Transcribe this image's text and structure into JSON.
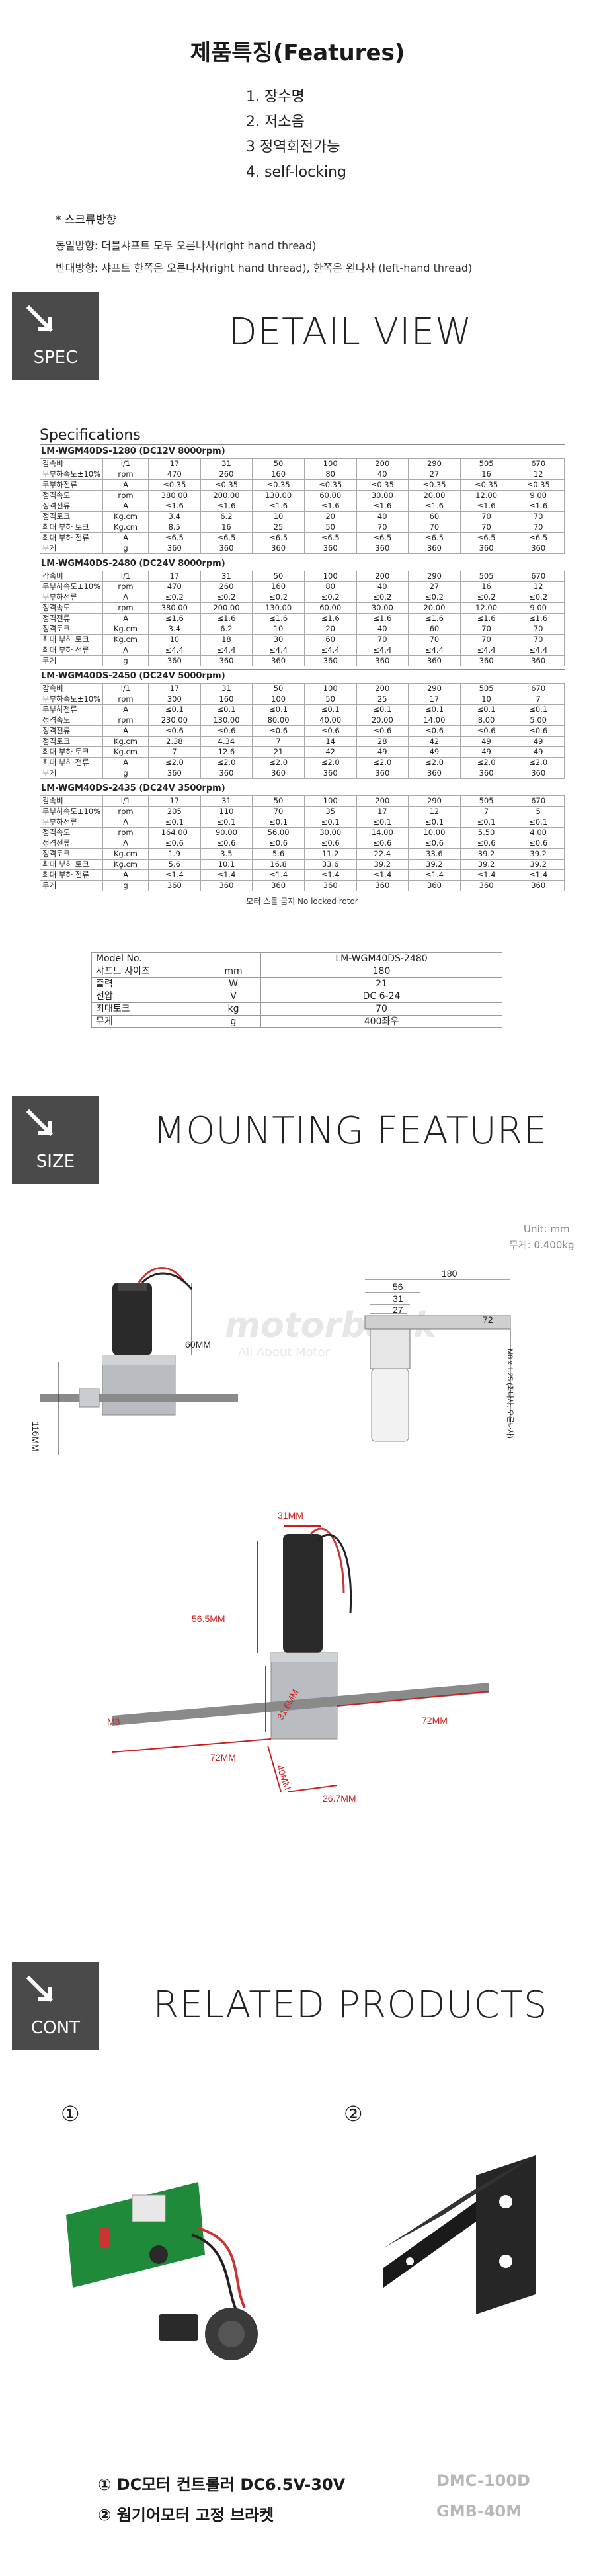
{
  "features": {
    "title": "제품특징(Features)",
    "items": [
      "1. 장수명",
      "2. 저소음",
      "3 정역회전가능",
      "4. self-locking"
    ],
    "screw_title": "* 스크류방향",
    "screw_same": "동일방향: 더블샤프트 모두 오른나사(right hand thread)",
    "screw_opposite": "반대방향: 샤프트 한쪽은 오른나사(right hand thread), 한쪽은 왼나사 (left-hand thread)"
  },
  "sections": {
    "spec": {
      "badge": "SPEC",
      "title": "DETAIL VIEW"
    },
    "size": {
      "badge": "SIZE",
      "title": "MOUNTING FEATURE"
    },
    "cont": {
      "badge": "CONT",
      "title": "RELATED PRODUCTS"
    }
  },
  "specs": {
    "title": "Specifications",
    "tables": [
      {
        "header": "LM-WGM40DS-1280 (DC12V 8000rpm)",
        "rows": [
          [
            "감속비",
            "i/1",
            "17",
            "31",
            "50",
            "100",
            "200",
            "290",
            "505",
            "670"
          ],
          [
            "무부하속도±10%",
            "rpm",
            "470",
            "260",
            "160",
            "80",
            "40",
            "27",
            "16",
            "12"
          ],
          [
            "무부하전류",
            "A",
            "≤0.35",
            "≤0.35",
            "≤0.35",
            "≤0.35",
            "≤0.35",
            "≤0.35",
            "≤0.35",
            "≤0.35"
          ],
          [
            "정격속도",
            "rpm",
            "380.00",
            "200.00",
            "130.00",
            "60.00",
            "30.00",
            "20.00",
            "12.00",
            "9.00"
          ],
          [
            "정격전류",
            "A",
            "≤1.6",
            "≤1.6",
            "≤1.6",
            "≤1.6",
            "≤1.6",
            "≤1.6",
            "≤1.6",
            "≤1.6"
          ],
          [
            "정격토크",
            "Kg.cm",
            "3.4",
            "6.2",
            "10",
            "20",
            "40",
            "60",
            "70",
            "70"
          ],
          [
            "최대 부하 토크",
            "Kg.cm",
            "8.5",
            "16",
            "25",
            "50",
            "70",
            "70",
            "70",
            "70"
          ],
          [
            "최대 부하 전류",
            "A",
            "≤6.5",
            "≤6.5",
            "≤6.5",
            "≤6.5",
            "≤6.5",
            "≤6.5",
            "≤6.5",
            "≤6.5"
          ],
          [
            "무게",
            "g",
            "360",
            "360",
            "360",
            "360",
            "360",
            "360",
            "360",
            "360"
          ]
        ]
      },
      {
        "header": "LM-WGM40DS-2480 (DC24V 8000rpm)",
        "rows": [
          [
            "감속비",
            "i/1",
            "17",
            "31",
            "50",
            "100",
            "200",
            "290",
            "505",
            "670"
          ],
          [
            "무부하속도±10%",
            "rpm",
            "470",
            "260",
            "160",
            "80",
            "40",
            "27",
            "16",
            "12"
          ],
          [
            "무부하전류",
            "A",
            "≤0.2",
            "≤0.2",
            "≤0.2",
            "≤0.2",
            "≤0.2",
            "≤0.2",
            "≤0.2",
            "≤0.2"
          ],
          [
            "정격속도",
            "rpm",
            "380.00",
            "200.00",
            "130.00",
            "60.00",
            "30.00",
            "20.00",
            "12.00",
            "9.00"
          ],
          [
            "정격전류",
            "A",
            "≤1.6",
            "≤1.6",
            "≤1.6",
            "≤1.6",
            "≤1.6",
            "≤1.6",
            "≤1.6",
            "≤1.6"
          ],
          [
            "정격토크",
            "Kg.cm",
            "3.4",
            "6.2",
            "10",
            "20",
            "40",
            "60",
            "70",
            "70"
          ],
          [
            "최대 부하 토크",
            "Kg.cm",
            "10",
            "18",
            "30",
            "60",
            "70",
            "70",
            "70",
            "70"
          ],
          [
            "최대 부하 전류",
            "A",
            "≤4.4",
            "≤4.4",
            "≤4.4",
            "≤4.4",
            "≤4.4",
            "≤4.4",
            "≤4.4",
            "≤4.4"
          ],
          [
            "무게",
            "g",
            "360",
            "360",
            "360",
            "360",
            "360",
            "360",
            "360",
            "360"
          ]
        ]
      },
      {
        "header": "LM-WGM40DS-2450 (DC24V 5000rpm)",
        "rows": [
          [
            "감속비",
            "i/1",
            "17",
            "31",
            "50",
            "100",
            "200",
            "290",
            "505",
            "670"
          ],
          [
            "무부하속도±10%",
            "rpm",
            "300",
            "160",
            "100",
            "50",
            "25",
            "17",
            "10",
            "7"
          ],
          [
            "무부하전류",
            "A",
            "≤0.1",
            "≤0.1",
            "≤0.1",
            "≤0.1",
            "≤0.1",
            "≤0.1",
            "≤0.1",
            "≤0.1"
          ],
          [
            "정격속도",
            "rpm",
            "230.00",
            "130.00",
            "80.00",
            "40.00",
            "20.00",
            "14.00",
            "8.00",
            "5.00"
          ],
          [
            "정격전류",
            "A",
            "≤0.6",
            "≤0.6",
            "≤0.6",
            "≤0.6",
            "≤0.6",
            "≤0.6",
            "≤0.6",
            "≤0.6"
          ],
          [
            "정격토크",
            "Kg.cm",
            "2.38",
            "4.34",
            "7",
            "14",
            "28",
            "42",
            "49",
            "49"
          ],
          [
            "최대 부하 토크",
            "Kg.cm",
            "7",
            "12.6",
            "21",
            "42",
            "49",
            "49",
            "49",
            "49"
          ],
          [
            "최대 부하 전류",
            "A",
            "≤2.0",
            "≤2.0",
            "≤2.0",
            "≤2.0",
            "≤2.0",
            "≤2.0",
            "≤2.0",
            "≤2.0"
          ],
          [
            "무게",
            "g",
            "360",
            "360",
            "360",
            "360",
            "360",
            "360",
            "360",
            "360"
          ]
        ]
      },
      {
        "header": "LM-WGM40DS-2435 (DC24V 3500rpm)",
        "rows": [
          [
            "감속비",
            "i/1",
            "17",
            "31",
            "50",
            "100",
            "200",
            "290",
            "505",
            "670"
          ],
          [
            "무부하속도±10%",
            "rpm",
            "205",
            "110",
            "70",
            "35",
            "17",
            "12",
            "7",
            "5"
          ],
          [
            "무부하전류",
            "A",
            "≤0.1",
            "≤0.1",
            "≤0.1",
            "≤0.1",
            "≤0.1",
            "≤0.1",
            "≤0.1",
            "≤0.1"
          ],
          [
            "정격속도",
            "rpm",
            "164.00",
            "90.00",
            "56.00",
            "30.00",
            "14.00",
            "10.00",
            "5.50",
            "4.00"
          ],
          [
            "정격전류",
            "A",
            "≤0.6",
            "≤0.6",
            "≤0.6",
            "≤0.6",
            "≤0.6",
            "≤0.6",
            "≤0.6",
            "≤0.6"
          ],
          [
            "정격토크",
            "Kg.cm",
            "1.9",
            "3.5",
            "5.6",
            "11.2",
            "22.4",
            "33.6",
            "39.2",
            "39.2"
          ],
          [
            "최대 부하 토크",
            "Kg.cm",
            "5.6",
            "10.1",
            "16.8",
            "33.6",
            "39.2",
            "39.2",
            "39.2",
            "39.2"
          ],
          [
            "최대 부하 전류",
            "A",
            "≤1.4",
            "≤1.4",
            "≤1.4",
            "≤1.4",
            "≤1.4",
            "≤1.4",
            "≤1.4",
            "≤1.4"
          ],
          [
            "무게",
            "g",
            "360",
            "360",
            "360",
            "360",
            "360",
            "360",
            "360",
            "360"
          ]
        ]
      }
    ],
    "note": "모터 스톨 금지  No locked rotor"
  },
  "model_table": [
    [
      "Model No.",
      "",
      "LM-WGM40DS-2480"
    ],
    [
      "샤프트 사이즈",
      "mm",
      "180"
    ],
    [
      "출력",
      "W",
      "21"
    ],
    [
      "전압",
      "V",
      "DC 6-24"
    ],
    [
      "최대토크",
      "kg",
      "70"
    ],
    [
      "무게",
      "g",
      "400좌우"
    ]
  ],
  "mounting": {
    "unit": "Unit: mm",
    "weight": "무게: 0.400kg",
    "watermark": "motorbank",
    "watermark_sub": "All About Motor",
    "photo1": {
      "height_label": "60MM",
      "length_label": "116MM"
    },
    "drawing": {
      "top": "180",
      "mid1": "56",
      "mid2": "31",
      "mid3": "27",
      "side": "72",
      "thread": "M8 x 1.25 (좌나사, 오른나사)"
    },
    "photo2": {
      "top": "31MM",
      "height": "56.5MM",
      "gear_height": "31.6MM",
      "thread": "M8",
      "left": "72MM",
      "right": "72MM",
      "bottom": "40MM",
      "depth": "26.7MM"
    }
  },
  "related": {
    "mark1": "①",
    "mark2": "②",
    "item1_label": "① DC모터 컨트롤러 DC6.5V-30V",
    "item1_code": "DMC-100D",
    "item2_label": "② 웜기어모터 고정 브라켓",
    "item2_code": "GMB-40M"
  },
  "colors": {
    "badge": "#4a4a4a",
    "dim_red": "#cc2020",
    "code_gray": "#b8b8b8"
  }
}
